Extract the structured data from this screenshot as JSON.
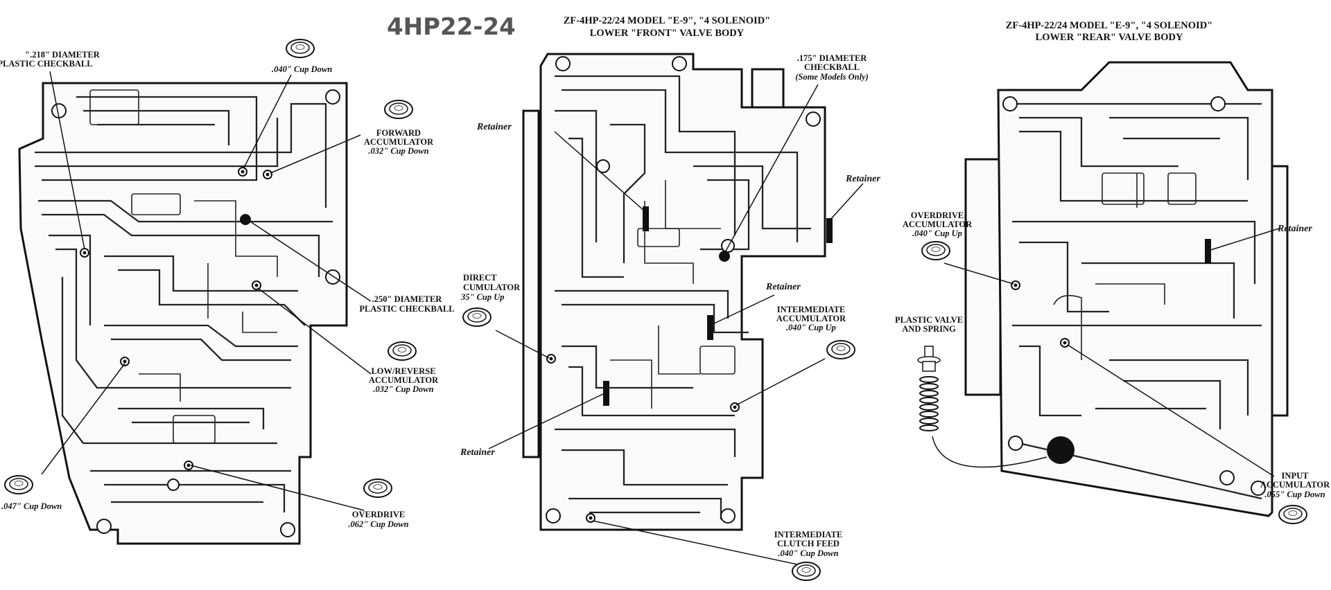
{
  "title": "4HP22-24",
  "front_panel": {
    "heading_line1": "ZF-4HP-22/24  MODEL \"E-9\", \"4 SOLENOID\"",
    "heading_line2": "LOWER \"FRONT\" VALVE BODY"
  },
  "rear_panel": {
    "heading_line1": "ZF-4HP-22/24  MODEL \"E-9\", \"4 SOLENOID\"",
    "heading_line2": "LOWER \"REAR\" VALVE BODY"
  },
  "left_labels": {
    "checkball_218": [
      "\".218\" DIAMETER",
      "PLASTIC CHECKBALL"
    ],
    "cup_040_name": "",
    "cup_040_value": ".040\" Cup Down",
    "forward_acc": [
      "FORWARD",
      "ACCUMULATOR"
    ],
    "forward_acc_value": ".032\" Cup Down",
    "checkball_250": [
      ".250\" DIAMETER",
      "PLASTIC CHECKBALL"
    ],
    "low_reverse": [
      "LOW/REVERSE",
      "ACCUMULATOR"
    ],
    "low_reverse_value": ".032\" Cup Down",
    "cup_047_value": ".047\" Cup Down",
    "overdrive": "OVERDRIVE",
    "overdrive_value": ".062\" Cup Down"
  },
  "middle_labels": {
    "retainer": "Retainer",
    "checkball_175": [
      ".175\" DIAMETER",
      "CHECKBALL"
    ],
    "checkball_175_note": "(Some Models Only)",
    "direct_acc": [
      "DIRECT",
      "CUMULATOR"
    ],
    "direct_acc_value": "35\" Cup Up",
    "intermediate_acc": [
      "INTERMEDIATE",
      "ACCUMULATOR"
    ],
    "intermediate_acc_value": ".040\" Cup Up",
    "int_clutch_feed": [
      "INTERMEDIATE",
      "CLUTCH FEED"
    ],
    "int_clutch_feed_value": ".040\" Cup Down"
  },
  "right_labels": {
    "overdrive_acc": [
      "OVERDRIVE",
      "ACCUMULATOR"
    ],
    "overdrive_acc_value": ".040\" Cup Up",
    "plastic_valve": [
      "PLASTIC VALVE",
      "AND SPRING"
    ],
    "retainer": "Retainer",
    "input_acc": [
      "INPUT",
      "ACCUMULATOR"
    ],
    "input_acc_value": ".055\" Cup Down"
  }
}
